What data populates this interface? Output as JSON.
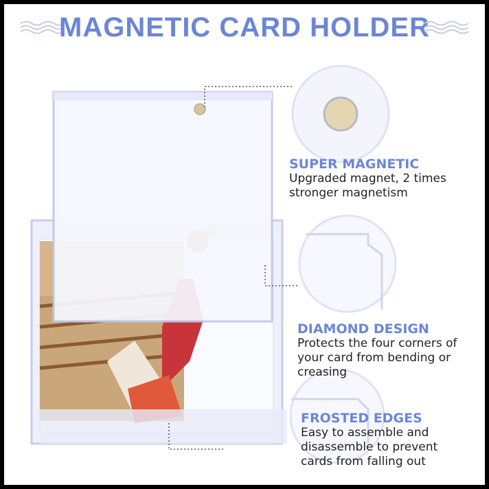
{
  "title": "MAGNETIC CARD HOLDER",
  "features": [
    {
      "heading": "SUPER MAGNETIC",
      "lines": [
        "Upgraded magnet, 2 times",
        "stronger magnetism"
      ]
    },
    {
      "heading": "DIAMOND DESIGN",
      "lines": [
        "Protects the four corners of",
        "your card from bending or",
        "creasing"
      ]
    },
    {
      "heading": "FROSTED EDGES",
      "lines": [
        "Easy to assemble and",
        "disassemble to prevent",
        "cards from falling out"
      ]
    }
  ],
  "colors": {
    "accent": "#6b86d6",
    "text": "#222222",
    "frame": "#000000"
  }
}
